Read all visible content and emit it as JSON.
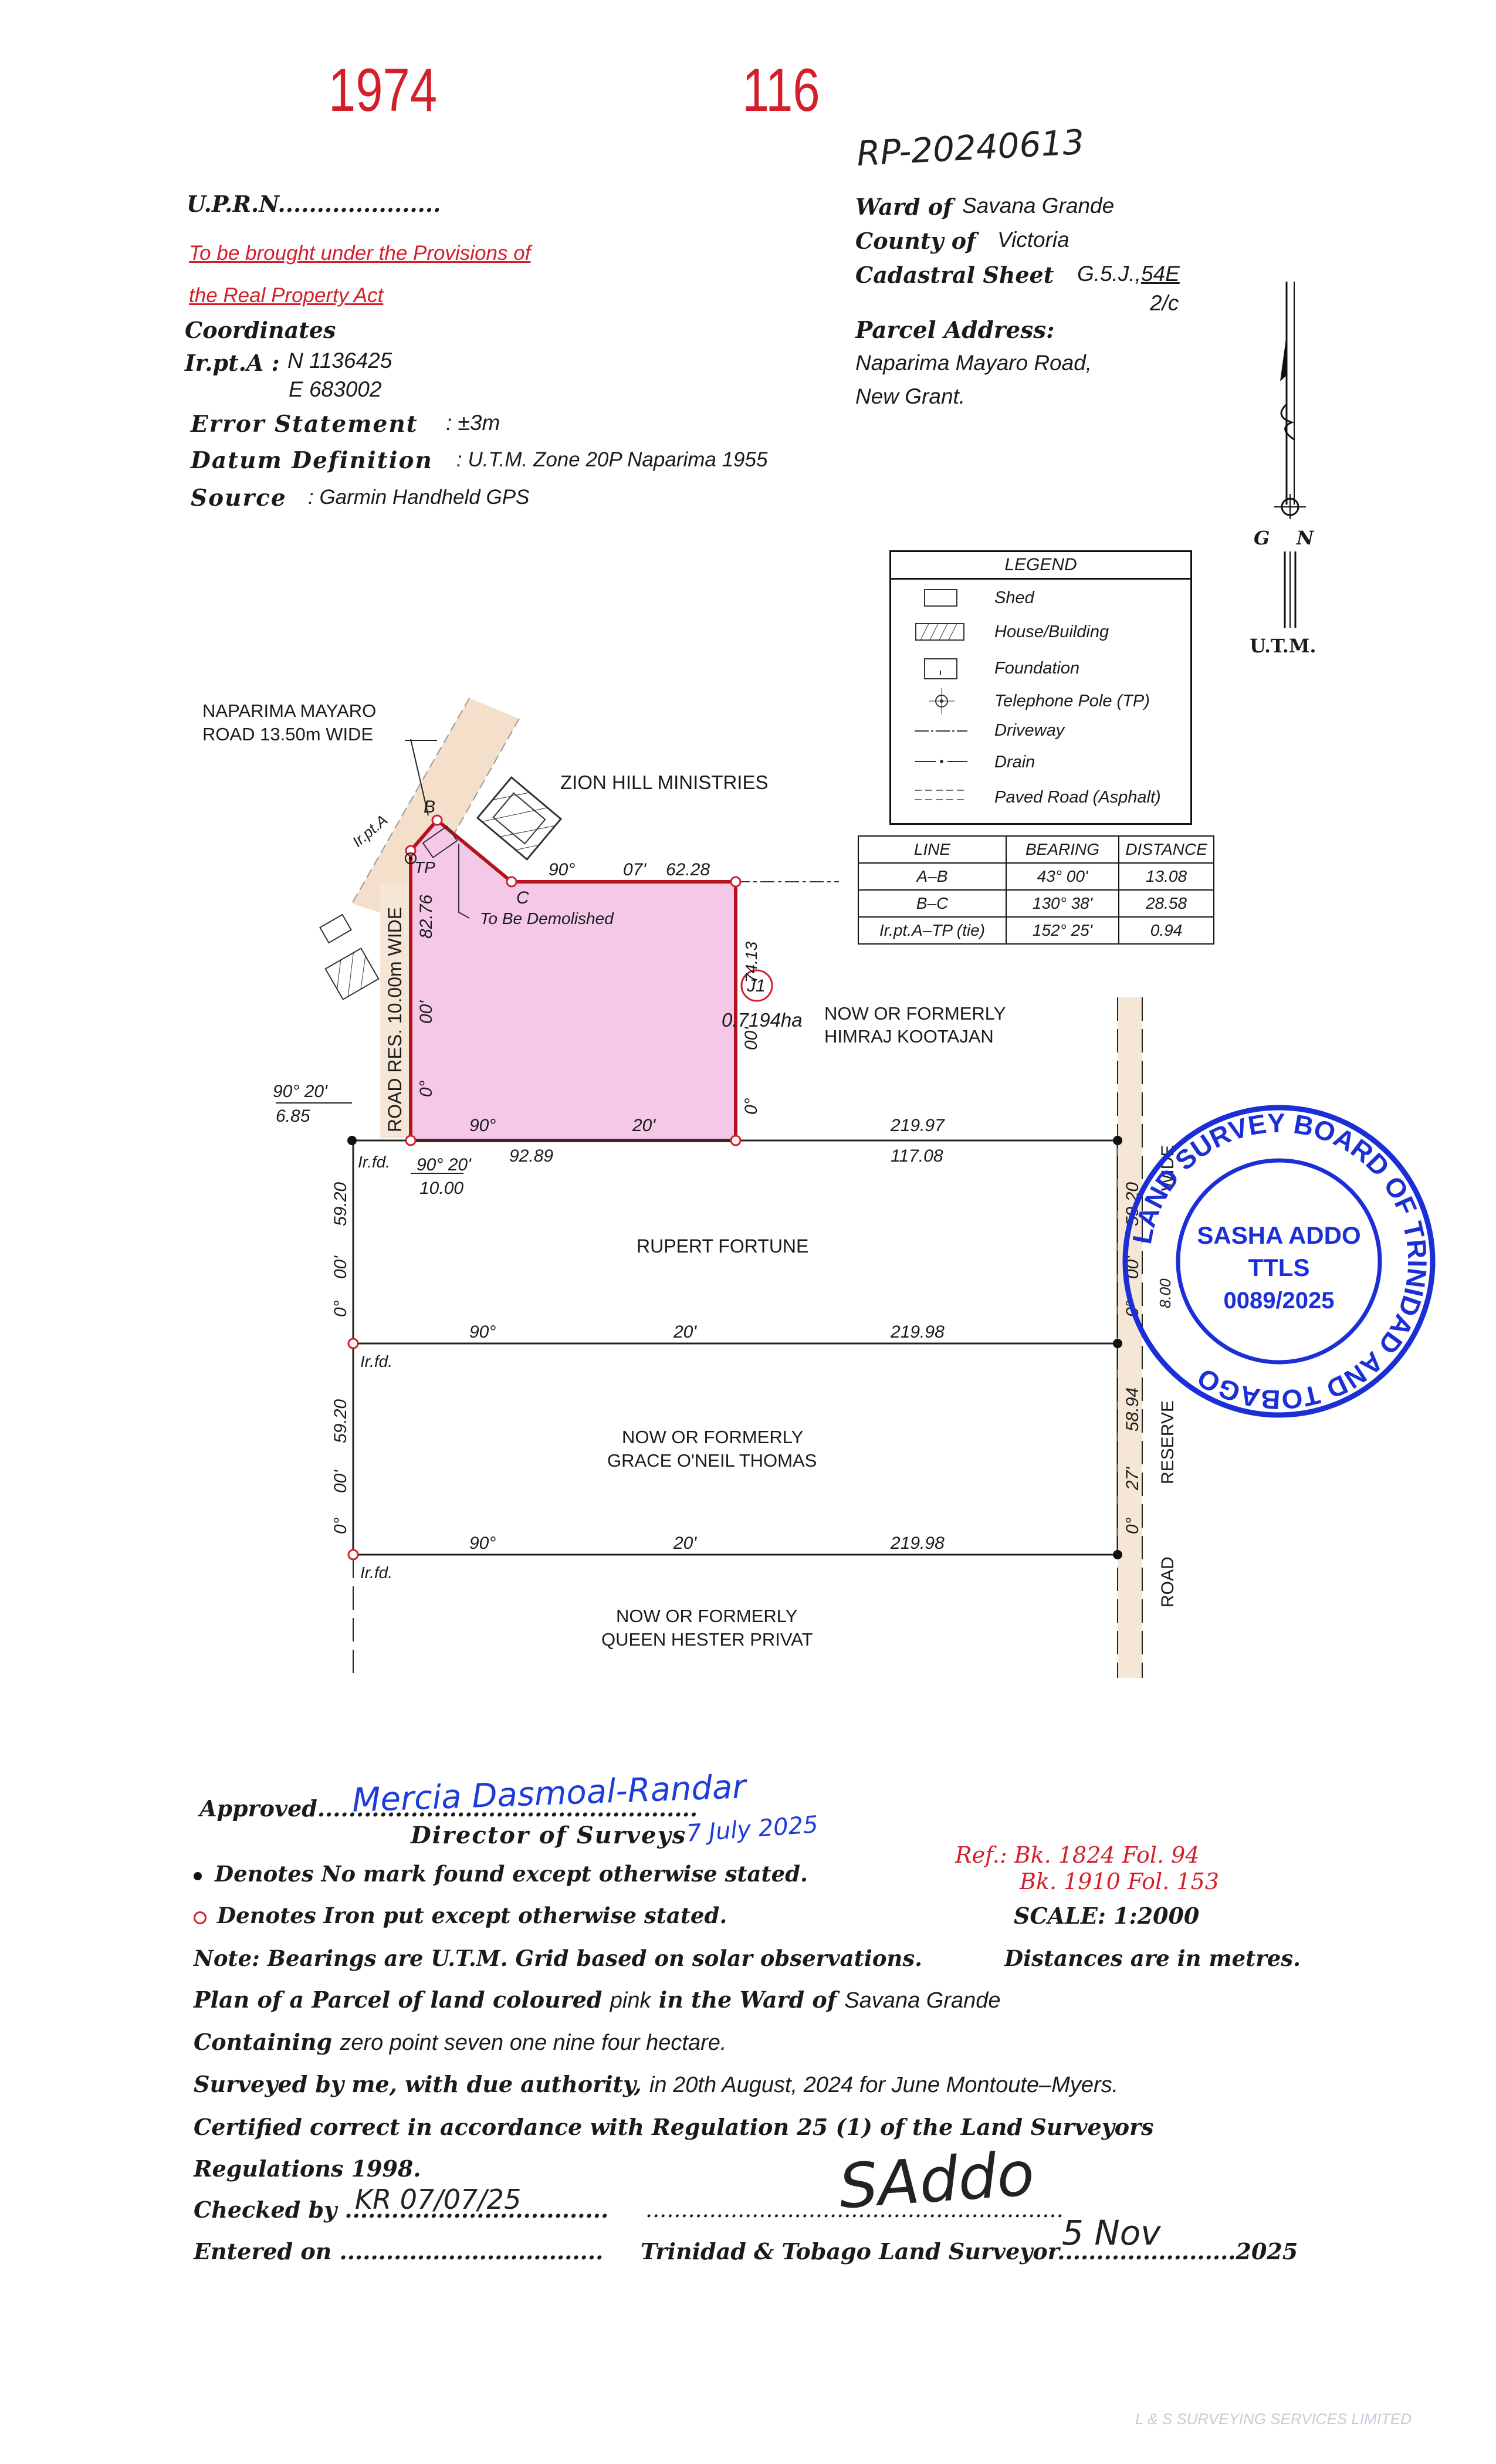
{
  "stamp_numbers": {
    "left": "1974",
    "right": "116"
  },
  "rp_number": "RP-20240613",
  "uprn_label": "U.P.R.N.",
  "rpa_line1": "To be brought under the Provisions of",
  "rpa_line2": "the Real Property Act",
  "coordinates_label": "Coordinates",
  "irpta_label": "Ir.pt.A :",
  "north_coord": "N 1136425",
  "east_coord": "E 683002",
  "error_label": "Error Statement",
  "error_value": ": ±3m",
  "datum_label": "Datum Definition",
  "datum_value": ": U.T.M. Zone 20P Naparima 1955",
  "source_label": "Source",
  "source_value": ": Garmin Handheld GPS",
  "ward_label": "Ward of",
  "ward_value": "Savana Grande",
  "county_label": "County of",
  "county_value": "Victoria",
  "cadastral_label": "Cadastral Sheet",
  "cadastral_value": "G.5.J.,",
  "cadastral_sheet": "54E",
  "cadastral_sub": "2/c",
  "parcel_label": "Parcel Address:",
  "parcel_line1": "Naparima Mayaro Road,",
  "parcel_line2": "New Grant.",
  "north_arrow": {
    "g": "G",
    "n": "N",
    "utm": "U.T.M."
  },
  "legend": {
    "title": "LEGEND",
    "items": [
      "Shed",
      "House/Building",
      "Foundation",
      "Telephone Pole (TP)",
      "Driveway",
      "Drain",
      "Paved Road (Asphalt)"
    ]
  },
  "bearing_table": {
    "headers": [
      "LINE",
      "BEARING",
      "DISTANCE"
    ],
    "rows": [
      [
        "A–B",
        "43° 00'",
        "13.08"
      ],
      [
        "B–C",
        "130° 38'",
        "28.58"
      ],
      [
        "Ir.pt.A–TP (tie)",
        "152° 25'",
        "0.94"
      ]
    ]
  },
  "plan": {
    "road_top_line1": "NAPARIMA MAYARO",
    "road_top_line2": "ROAD 13.50m WIDE",
    "zion": "ZION HILL MINISTRIES",
    "pt_b": "B",
    "pt_irpta": "Ir.pt.A",
    "pt_tp": "TP",
    "pt_c": "C",
    "demolish": "To Be Demolished",
    "top_bearing_deg": "90°",
    "top_bearing_min": "07'",
    "top_dist": "62.28",
    "west_dist": "82.76",
    "west_min": "00'",
    "west_deg": "0°",
    "road_res": "ROAD RES. 10.00m WIDE",
    "east_dist": "74.13",
    "east_min": "00'",
    "east_deg": "0°",
    "lot_id": "J1",
    "area": "0.7194ha",
    "himraj1": "NOW OR FORMERLY",
    "himraj2": "HIMRAJ KOOTAJAN",
    "lot_bottom_deg": "90°",
    "lot_bottom_min": "20'",
    "lot_bottom_total": "219.97",
    "lot_bottom_dist": "92.89",
    "lot_bottom_rest": "117.08",
    "tie_left_brg": "90° 20'",
    "tie_left_dist": "6.85",
    "tie_right_brg": "90° 20'",
    "tie_right_dist": "10.00",
    "irfd": "Ir.fd.",
    "rupert": "RUPERT FORTUNE",
    "rupert_left_dist": "59.20",
    "rupert_left_min": "00'",
    "rupert_left_deg": "0°",
    "rupert_right_dist": "59.20",
    "rupert_right_min": "00'",
    "rupert_right_deg": "0°",
    "width_label": "WIDE",
    "small_dist": "8.00",
    "line2_deg": "90°",
    "line2_min": "20'",
    "line2_dist": "219.98",
    "grace1": "NOW OR FORMERLY",
    "grace2": "GRACE O'NEIL THOMAS",
    "grace_left_dist": "59.20",
    "grace_left_min": "00'",
    "grace_left_deg": "0°",
    "grace_right_dist": "58.94",
    "grace_right_min": "27'",
    "grace_right_deg": "0°",
    "reserve": "RESERVE",
    "road": "ROAD",
    "line3_deg": "90°",
    "line3_min": "20'",
    "line3_dist": "219.98",
    "queen1": "NOW OR FORMERLY",
    "queen2": "QUEEN HESTER PRIVAT"
  },
  "seal": {
    "ring": "LAND SURVEY BOARD OF TRINIDAD AND TOBAGO",
    "name": "SASHA ADDO",
    "title": "TTLS",
    "number": "0089/2025"
  },
  "approved_label": "Approved",
  "approved_sig": "Mercia Dasmoal-Randar",
  "director_label": "Director of Surveys",
  "director_date": "7 July 2025",
  "ref_line1": "Ref.: Bk. 1824 Fol. 94",
  "ref_line2": "Bk. 1910 Fol. 153",
  "no_mark_note": "Denotes No mark found except otherwise stated.",
  "iron_note": "Denotes Iron put except otherwise stated.",
  "scale": "SCALE: 1:2000",
  "bearing_note": "Note: Bearings are U.T.M. Grid based on solar observations.",
  "distance_note": "Distances are in metres.",
  "plan_label": "Plan of a Parcel of land coloured",
  "plan_colour": "pink",
  "plan_ward": "in the Ward of",
  "plan_ward_value": "Savana Grande",
  "containing_label": "Containing",
  "containing_value": "zero point seven one nine four hectare.",
  "surveyed_label": "Surveyed by me, with due authority,",
  "surveyed_value": "in 20th August, 2024 for June Montoute–Myers.",
  "certified": "Certified correct in accordance with Regulation 25 (1) of the Land Surveyors",
  "regulations": "Regulations 1998.",
  "checked_label": "Checked by",
  "checked_value": "KR 07/07/25",
  "entered_label": "Entered on",
  "surveyor_label": "Trinidad & Tobago Land Surveyor",
  "surveyor_sig": "SAddo",
  "surveyor_date": "5 Nov",
  "surveyor_year": "2025",
  "footer": "L & S SURVEYING SERVICES LIMITED"
}
